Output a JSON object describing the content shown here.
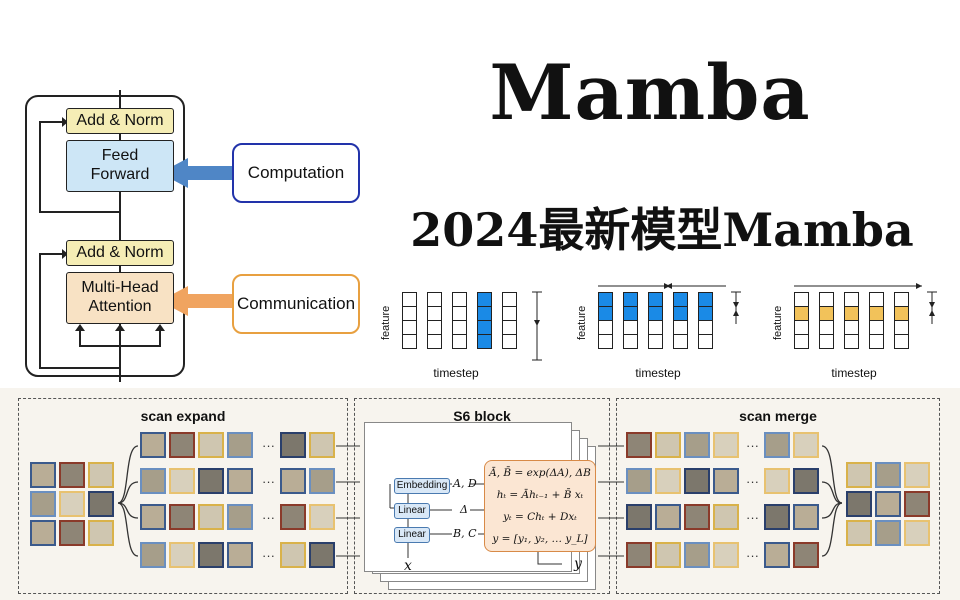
{
  "transformer": {
    "add_norm_top": "Add & Norm",
    "feed_forward_line1": "Feed",
    "feed_forward_line2": "Forward",
    "add_norm_bottom": "Add & Norm",
    "mha_line1": "Multi-Head",
    "mha_line2": "Attention",
    "computation": "Computation",
    "communication": "Communication",
    "colors": {
      "add_norm": "#f5edb5",
      "ffn": "#cde6f6",
      "mha": "#f8e2c4",
      "computation_border": "#2233aa",
      "communication_border": "#e8a040",
      "arrow_blue": "#4f86c6",
      "arrow_orange": "#f0a460"
    }
  },
  "title": "Mamba",
  "subtitle": "2024最新模型Mamba",
  "scan_charts": [
    {
      "ylabel": "feature",
      "xlabel": "timestep",
      "fill": "#1a8ae6"
    },
    {
      "ylabel": "feature",
      "xlabel": "timestep",
      "fill": "#1a8ae6"
    },
    {
      "ylabel": "feature",
      "xlabel": "timestep",
      "fill": "#f2c25a"
    }
  ],
  "bottom": {
    "scan_expand": "scan expand",
    "s6_block": "S6 block",
    "scan_merge": "scan merge",
    "embedding": "Embedding",
    "linear1": "Linear",
    "linear2": "Linear",
    "a_d": "A, D",
    "delta": "Δ",
    "b_c": "B, C",
    "eq1": "Ā, B̄ = exp(ΔA), ΔB",
    "eq2": "hₜ = Āhₜ₋₁ + B̄ xₜ",
    "eq3": "yₜ = Chₜ + Dxₜ",
    "eq4": "y = [y₁, y₂, … y_L]",
    "x": "x",
    "y": "y",
    "dots": "···"
  }
}
